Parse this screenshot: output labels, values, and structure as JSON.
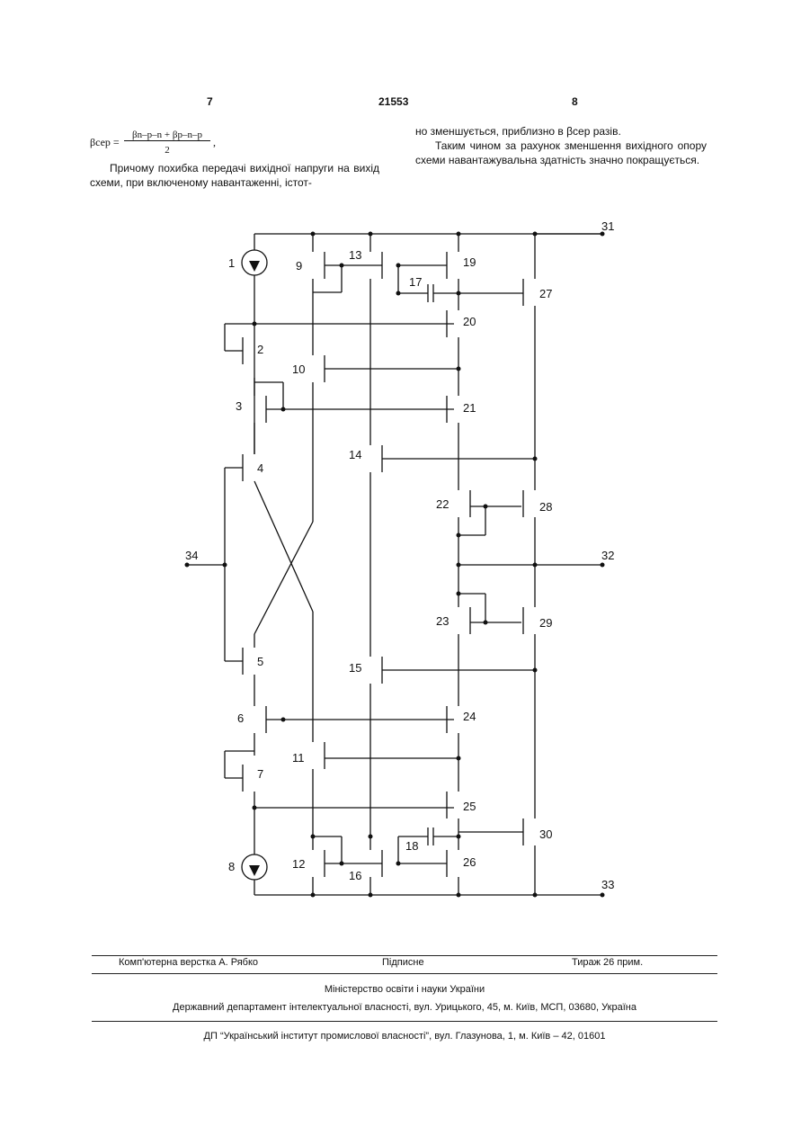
{
  "header": {
    "page_left": "7",
    "patent_number": "21553",
    "page_right": "8"
  },
  "left_column": {
    "formula_lhs": "βсер =",
    "formula_numerator": "βn–p–n + βp–n–p",
    "formula_denominator": "2",
    "formula_tail": ",",
    "para": "Причому похибка передачі вихідної напруги на вихід схеми, при включеному навантаженні, істот-"
  },
  "right_column": {
    "line1": "но зменшується, приблизно в βсер разів.",
    "para2": "Таким чином за рахунок зменшення вихідного опору схеми навантажувальна здатність значно покращується."
  },
  "figure": {
    "labels": [
      "1",
      "2",
      "3",
      "4",
      "5",
      "6",
      "7",
      "8",
      "9",
      "10",
      "11",
      "12",
      "13",
      "14",
      "15",
      "16",
      "17",
      "18",
      "19",
      "20",
      "21",
      "22",
      "23",
      "24",
      "25",
      "26",
      "27",
      "28",
      "29",
      "30",
      "31",
      "32",
      "33",
      "34"
    ]
  },
  "footer": {
    "layout_credit": "Комп'ютерна верстка А. Рябко",
    "signed": "Підписне",
    "circulation": "Тираж 26 прим.",
    "ministry": "Міністерство освіти і науки України",
    "department": "Державний департамент інтелектуальної власності, вул. Урицького, 45, м. Київ, МСП, 03680, Україна",
    "institute": "ДП “Український інститут промислової власності”, вул. Глазунова, 1, м. Київ – 42, 01601"
  }
}
